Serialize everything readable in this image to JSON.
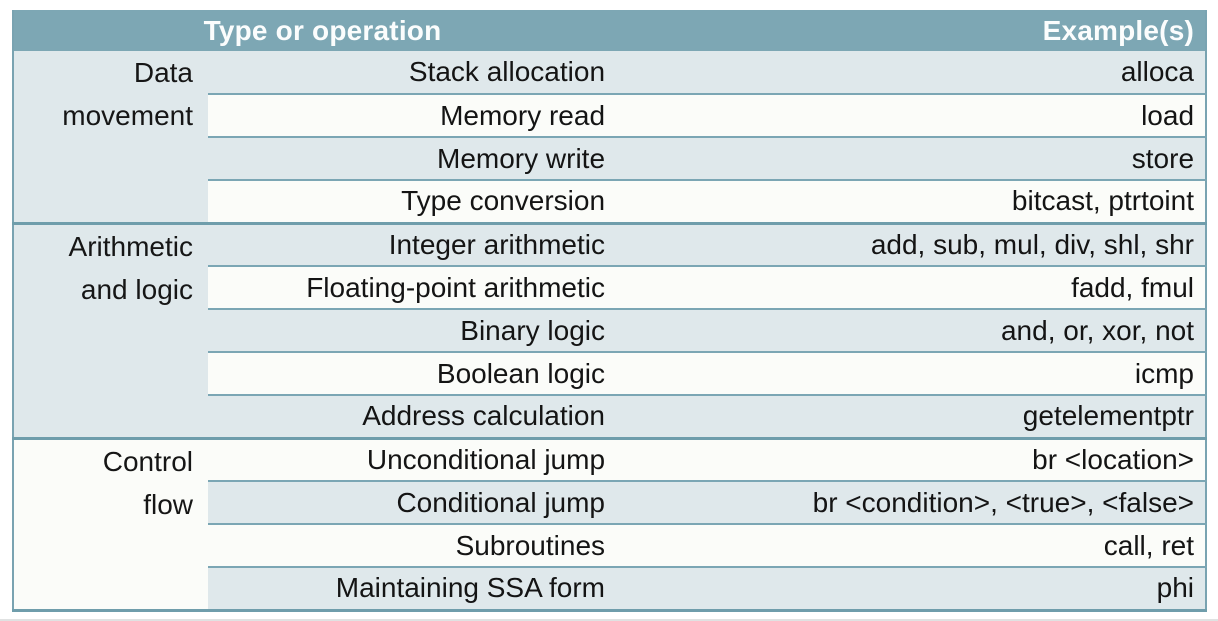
{
  "table": {
    "header": {
      "type_or_operation": "Type or operation",
      "examples": "Example(s)"
    },
    "groups": [
      {
        "label": "Data movement",
        "label_lines": [
          "Data",
          "movement"
        ],
        "rows": [
          {
            "operation": "Stack allocation",
            "examples": "alloca"
          },
          {
            "operation": "Memory read",
            "examples": "load"
          },
          {
            "operation": "Memory write",
            "examples": "store"
          },
          {
            "operation": "Type conversion",
            "examples": "bitcast, ptrtoint"
          }
        ]
      },
      {
        "label": "Arithmetic and logic",
        "label_lines": [
          "Arithmetic",
          "and logic"
        ],
        "rows": [
          {
            "operation": "Integer arithmetic",
            "examples": "add, sub, mul, div, shl, shr"
          },
          {
            "operation": "Floating-point arithmetic",
            "examples": "fadd, fmul"
          },
          {
            "operation": "Binary logic",
            "examples": "and, or, xor, not"
          },
          {
            "operation": "Boolean logic",
            "examples": "icmp"
          },
          {
            "operation": "Address calculation",
            "examples": "getelementptr"
          }
        ]
      },
      {
        "label": "Control flow",
        "label_lines": [
          "Control",
          "flow"
        ],
        "rows": [
          {
            "operation": "Unconditional jump",
            "examples": "br <location>"
          },
          {
            "operation": "Conditional jump",
            "examples": "br <condition>, <true>, <false>"
          },
          {
            "operation": "Subroutines",
            "examples": "call, ret"
          },
          {
            "operation": "Maintaining SSA form",
            "examples": "phi"
          }
        ]
      }
    ],
    "colors": {
      "header_bg": "#7da7b4",
      "header_text": "#fbfdfd",
      "row_light": "#dfe8eb",
      "row_white": "#fbfcf9",
      "border_outer": "#79a3b1",
      "separator_group": "#6f9dab",
      "separator_row": "#7ba6b4",
      "body_text": "#141414"
    }
  }
}
